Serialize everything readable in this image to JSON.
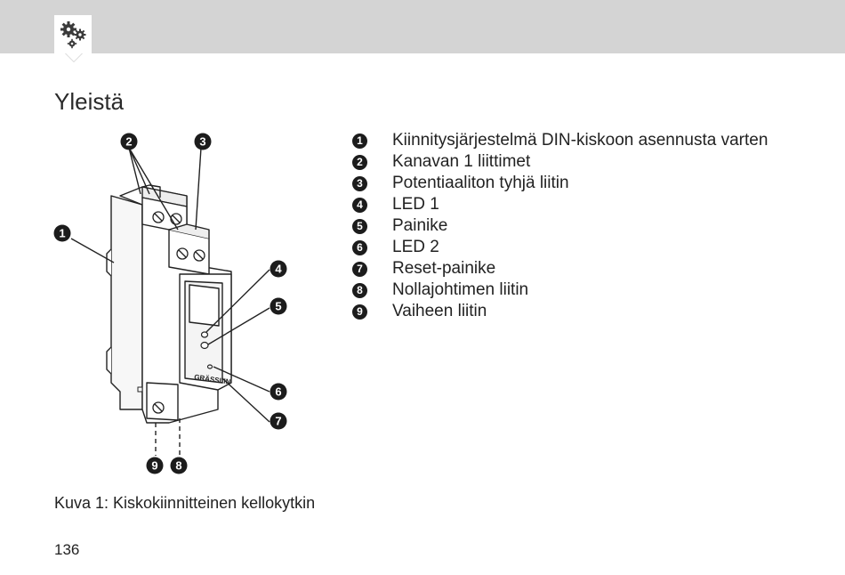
{
  "header": {
    "icon": "gears-icon",
    "colors": {
      "bar": "#d4d4d4",
      "tab": "#ffffff"
    }
  },
  "title": "Yleistä",
  "legend": [
    {
      "num": "1",
      "label": "Kiinnitysjärjestelmä DIN-kiskoon asennusta varten"
    },
    {
      "num": "2",
      "label": "Kanavan 1 liittimet"
    },
    {
      "num": "3",
      "label": "Potentiaaliton tyhjä liitin"
    },
    {
      "num": "4",
      "label": "LED 1"
    },
    {
      "num": "5",
      "label": "Painike"
    },
    {
      "num": "6",
      "label": "LED 2"
    },
    {
      "num": "7",
      "label": "Reset-painike"
    },
    {
      "num": "8",
      "label": "Nollajohtimen liitin"
    },
    {
      "num": "9",
      "label": "Vaiheen liitin"
    }
  ],
  "diagram": {
    "callouts": [
      "1",
      "2",
      "3",
      "4",
      "5",
      "6",
      "7",
      "8",
      "9"
    ],
    "brand_text": "GRÄSSLIN"
  },
  "caption": "Kuva 1: Kiskokiinnitteinen kellokytkin",
  "page_number": "136"
}
